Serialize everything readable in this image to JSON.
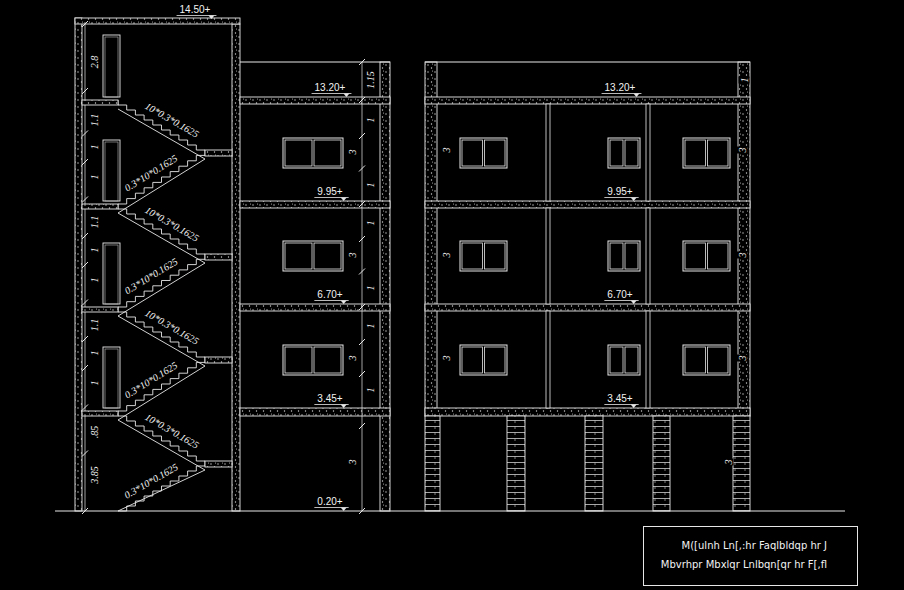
{
  "diagram": {
    "nodes": [
      {
        "text": [
          "M([ulnh Ln[,:hr Faqlbldqp hr J",
          "Mbvrhpr Mbxlqr Lnlbqn[qr hr F[,fl"
        ]
      }
    ],
    "labels": [
      "14.50+",
      "13.20+",
      "9.95+",
      "6.70+",
      "3.45+",
      "0.20+",
      "13.20+",
      "9.95+",
      "6.70+",
      "3.45+",
      "10*0.3*0.1625",
      "0.3*10*0.1625",
      "10*0.3*0.1625",
      "0.3*10*0.1625",
      "10*0.3*0.1625",
      "0.3*10*0.1625",
      "10*0.3*0.1625",
      "0.3*10*0.1625",
      "2.8",
      "1.1",
      "1",
      "1",
      "1.1",
      "1",
      "1",
      "1.1",
      "1",
      "1",
      ".85",
      "3.85",
      "1.15",
      "1",
      "3",
      "1",
      "1",
      "3",
      "1",
      "1",
      "3",
      "1",
      "3",
      "3",
      "3",
      "3",
      "3",
      "3",
      "3",
      "3",
      "1"
    ]
  }
}
